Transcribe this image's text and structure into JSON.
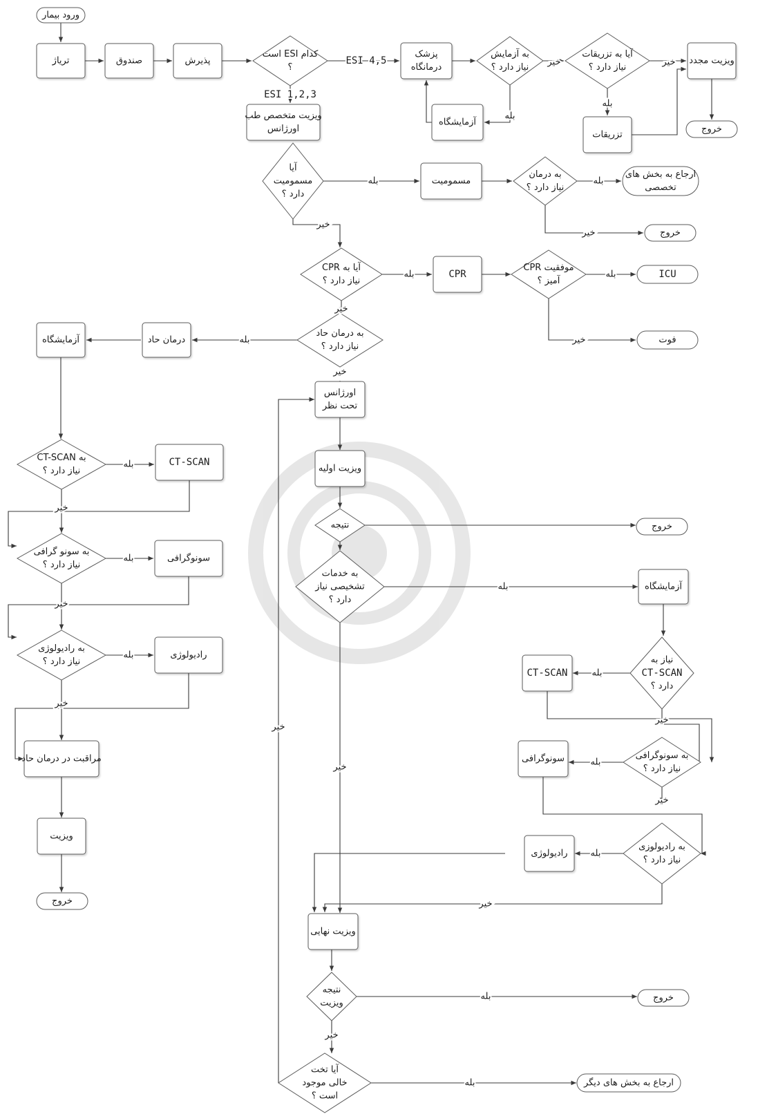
{
  "diagram": {
    "nodes": [
      {
        "id": "start",
        "text": [
          "ورود بیمار"
        ]
      },
      {
        "id": "triage",
        "text": [
          "تریاژ"
        ]
      },
      {
        "id": "cashier",
        "text": [
          "صندوق"
        ]
      },
      {
        "id": "admission",
        "text": [
          "پذیرش"
        ]
      },
      {
        "id": "esi",
        "text": [
          "کدام ESI است",
          "؟"
        ]
      },
      {
        "id": "clinic_doc",
        "text": [
          "پزشک",
          "درمانگاه"
        ]
      },
      {
        "id": "need_lab1",
        "text": [
          "به آزمایش",
          "نیاز دارد ؟"
        ]
      },
      {
        "id": "lab1",
        "text": [
          "آزمایشگاه"
        ]
      },
      {
        "id": "need_inj",
        "text": [
          "آیا به تزریقات",
          "نیاز دارد ؟"
        ]
      },
      {
        "id": "revisit",
        "text": [
          "ویزیت مجدد"
        ]
      },
      {
        "id": "injection",
        "text": [
          "تزریقات"
        ]
      },
      {
        "id": "exit1",
        "text": [
          "خروج"
        ]
      },
      {
        "id": "er_visit",
        "text": [
          "ویزیت متخصص طب",
          "اورژانس"
        ]
      },
      {
        "id": "poison_q",
        "text": [
          "آیا",
          "مسمومیت",
          "دارد ؟"
        ]
      },
      {
        "id": "poison",
        "text": [
          "مسمومیت"
        ]
      },
      {
        "id": "need_tx",
        "text": [
          "به درمان",
          "نیاز دارد ؟"
        ]
      },
      {
        "id": "refer_spec",
        "text": [
          "ارجاع به بخش های",
          "تخصصی"
        ]
      },
      {
        "id": "exit2",
        "text": [
          "خروج"
        ]
      },
      {
        "id": "cpr_q",
        "text": [
          "آیا به CPR",
          "نیاز دارد ؟"
        ]
      },
      {
        "id": "cpr",
        "text": [
          "CPR"
        ]
      },
      {
        "id": "cpr_success",
        "text": [
          "موفقیت CPR",
          "آمیز ؟"
        ]
      },
      {
        "id": "icu",
        "text": [
          "ICU"
        ]
      },
      {
        "id": "death",
        "text": [
          "فوت"
        ]
      },
      {
        "id": "acute_q",
        "text": [
          "به درمان حاد",
          "نیاز دارد ؟"
        ]
      },
      {
        "id": "acute_tx",
        "text": [
          "درمان حاد"
        ]
      },
      {
        "id": "lab_l",
        "text": [
          "آزمایشگاه"
        ]
      },
      {
        "id": "ct_q_l",
        "text": [
          "به CT-SCAN",
          "نیاز دارد ؟"
        ]
      },
      {
        "id": "ct_l",
        "text": [
          "CT-SCAN"
        ]
      },
      {
        "id": "sono_q_l",
        "text": [
          "به سونو گرافی",
          "نیاز دارد ؟"
        ]
      },
      {
        "id": "sono_l",
        "text": [
          "سونوگرافی"
        ]
      },
      {
        "id": "radio_q_l",
        "text": [
          "به رادیولوژی",
          "نیاز دارد ؟"
        ]
      },
      {
        "id": "radio_l",
        "text": [
          "رادیولوژی"
        ]
      },
      {
        "id": "acute_care",
        "text": [
          "مراقبت در درمان حاد"
        ]
      },
      {
        "id": "visit_l",
        "text": [
          "ویزیت"
        ]
      },
      {
        "id": "exit_l",
        "text": [
          "خروج"
        ]
      },
      {
        "id": "er_obs",
        "text": [
          "اورژانس",
          "تحت نظر"
        ]
      },
      {
        "id": "initial_visit",
        "text": [
          "ویزیت اولیه"
        ]
      },
      {
        "id": "result",
        "text": [
          "نتیجه"
        ]
      },
      {
        "id": "exit3",
        "text": [
          "خروج"
        ]
      },
      {
        "id": "diag_q",
        "text": [
          "به خدمات",
          "تشخیصی نیاز",
          "دارد ؟"
        ]
      },
      {
        "id": "lab_r",
        "text": [
          "آزمایشگاه"
        ]
      },
      {
        "id": "ct_q_r",
        "text": [
          "نیاز به",
          "CT-SCAN",
          "دارد ؟"
        ]
      },
      {
        "id": "ct_r",
        "text": [
          "CT-SCAN"
        ]
      },
      {
        "id": "sono_q_r",
        "text": [
          "به سونوگرافی",
          "نیاز دارد ؟"
        ]
      },
      {
        "id": "sono_r",
        "text": [
          "سونوگرافی"
        ]
      },
      {
        "id": "radio_q_r",
        "text": [
          "به رادیولوزی",
          "نیاز دارد ؟"
        ]
      },
      {
        "id": "radio_r",
        "text": [
          "رادیولوژی"
        ]
      },
      {
        "id": "final_visit",
        "text": [
          "ویزیت نهایی"
        ]
      },
      {
        "id": "visit_result",
        "text": [
          "نتیجه",
          "ویزیت"
        ]
      },
      {
        "id": "exit4",
        "text": [
          "خروج"
        ]
      },
      {
        "id": "bed_q",
        "text": [
          "آیا تخت",
          "خالی موجود",
          "است ؟"
        ]
      },
      {
        "id": "refer_other",
        "text": [
          "ارجاع به بخش های دیگر"
        ]
      }
    ],
    "labels": [
      {
        "id": "l_esi45",
        "text": "ESI 4,5"
      },
      {
        "id": "l_esi123",
        "text": "ESI 1,2,3"
      },
      {
        "id": "l_no_lab1",
        "text": "خیر"
      },
      {
        "id": "l_yes_lab1",
        "text": "بله"
      },
      {
        "id": "l_no_inj",
        "text": "خیر"
      },
      {
        "id": "l_yes_inj",
        "text": "بله"
      },
      {
        "id": "l_yes_poison",
        "text": "بله"
      },
      {
        "id": "l_no_poison",
        "text": "خیر"
      },
      {
        "id": "l_yes_tx",
        "text": "بله"
      },
      {
        "id": "l_no_tx",
        "text": "خیر"
      },
      {
        "id": "l_yes_cpr",
        "text": "بله"
      },
      {
        "id": "l_no_cpr",
        "text": "خیر"
      },
      {
        "id": "l_yes_succ",
        "text": "بله"
      },
      {
        "id": "l_no_succ",
        "text": "خیر"
      },
      {
        "id": "l_yes_acute",
        "text": "بله"
      },
      {
        "id": "l_no_acute",
        "text": "خیر"
      },
      {
        "id": "l_yes_ct_l",
        "text": "بله"
      },
      {
        "id": "l_no_ct_l",
        "text": "خیر"
      },
      {
        "id": "l_yes_sono_l",
        "text": "بله"
      },
      {
        "id": "l_no_sono_l",
        "text": "خیر"
      },
      {
        "id": "l_yes_radio_l",
        "text": "بله"
      },
      {
        "id": "l_no_radio_l",
        "text": "خیر"
      },
      {
        "id": "l_yes_diag",
        "text": "بله"
      },
      {
        "id": "l_no_diag",
        "text": "خیر"
      },
      {
        "id": "l_yes_ct_r",
        "text": "بله"
      },
      {
        "id": "l_no_ct_r",
        "text": "خیر"
      },
      {
        "id": "l_yes_sono_r",
        "text": "بله"
      },
      {
        "id": "l_no_sono_r",
        "text": "خیر"
      },
      {
        "id": "l_yes_radio_r",
        "text": "بله"
      },
      {
        "id": "l_no_radio_r",
        "text": "خیر"
      },
      {
        "id": "l_yes_vres",
        "text": "بله"
      },
      {
        "id": "l_no_vres",
        "text": "خیر"
      },
      {
        "id": "l_yes_bed",
        "text": "بله"
      },
      {
        "id": "l_no_bed",
        "text": "خیر"
      }
    ]
  }
}
